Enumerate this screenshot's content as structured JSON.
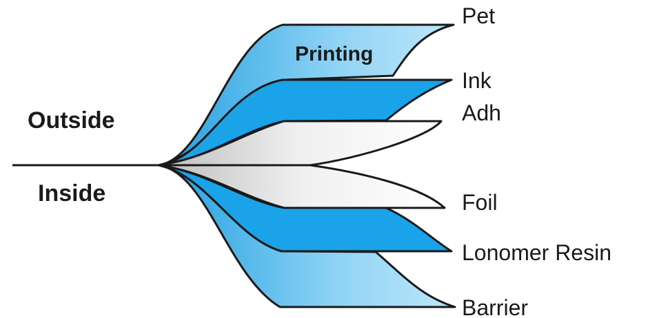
{
  "labels": {
    "outside": "Outside",
    "inside": "Inside",
    "printing": "Printing"
  },
  "layers": [
    {
      "key": "pet",
      "label": "Pet"
    },
    {
      "key": "ink",
      "label": "Ink"
    },
    {
      "key": "adh",
      "label": "Adh"
    },
    {
      "key": "foil",
      "label": "Foil"
    },
    {
      "key": "lonomer",
      "label": "Lonomer Resin"
    },
    {
      "key": "barrier",
      "label": "Barrier"
    }
  ],
  "colors": {
    "light_blue": "#6dc8f2",
    "mid_blue": "#1aa3e8",
    "grey": "#d9d9d9",
    "outline": "#1a1a1a"
  }
}
